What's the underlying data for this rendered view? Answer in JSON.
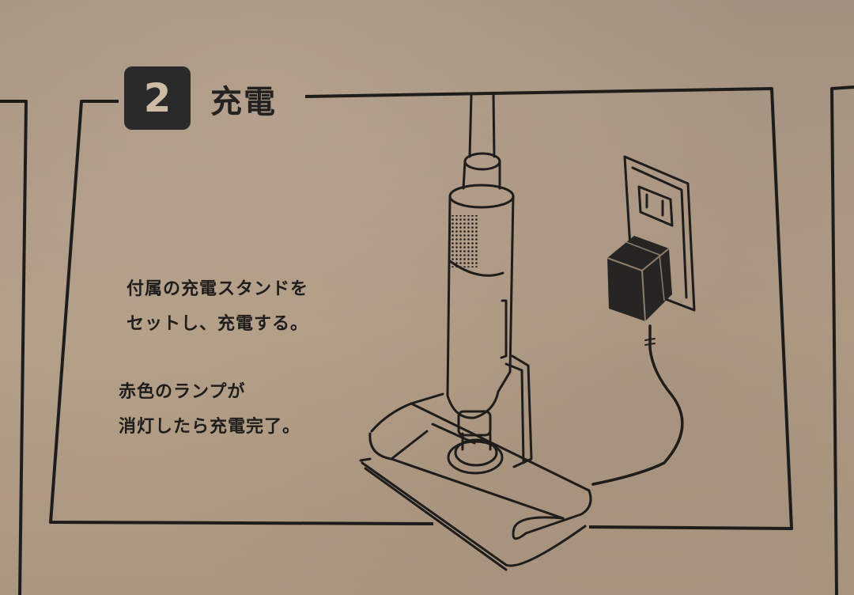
{
  "step": {
    "number": "2",
    "title": "充電"
  },
  "instructions": [
    {
      "lines": [
        "付属の充電スタンドを",
        "セットし、充電する。"
      ]
    },
    {
      "lines": [
        "赤色のランプが",
        "消灯したら充電完了。"
      ]
    }
  ],
  "illustration": {
    "subject": "stick-vacuum-on-charging-stand",
    "items": [
      "vacuum-cleaner",
      "charging-stand",
      "ac-adapter",
      "wall-outlet",
      "power-cord"
    ]
  },
  "colors": {
    "background": "#a89580",
    "ink": "#1e1c1b",
    "badge_fill": "#2b2a2a",
    "badge_text": "#cdbba6"
  }
}
